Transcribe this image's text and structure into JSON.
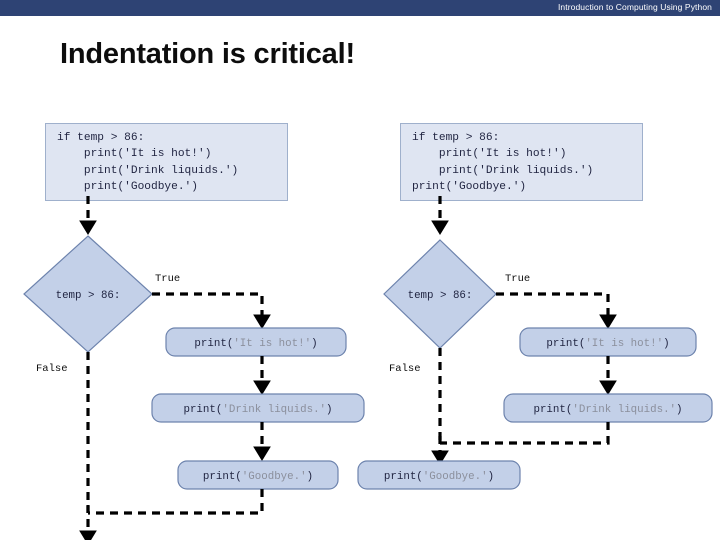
{
  "header": {
    "course_title": "Introduction to Computing Using Python",
    "bar_color": "#2e4374"
  },
  "slide": {
    "title": "Indentation is critical!",
    "shape_fill": "#c3d0e8",
    "shape_stroke": "#6d83ad",
    "code_block_bg": "#dfe5f2",
    "code_block_border": "#9fb0cc"
  },
  "code_blocks": {
    "left": {
      "name": "indented-version",
      "lines": [
        "if temp > 86:",
        "    print('It is hot!')",
        "    print('Drink liquids.')",
        "    print('Goodbye.')"
      ],
      "text": "if temp > 86:\n    print('It is hot!')\n    print('Drink liquids.')\n    print('Goodbye.')"
    },
    "right": {
      "name": "dedented-version",
      "lines": [
        "if temp > 86:",
        "    print('It is hot!')",
        "    print('Drink liquids.')",
        "print('Goodbye.')"
      ],
      "text": "if temp > 86:\n    print('It is hot!')\n    print('Drink liquids.')\nprint('Goodbye.')"
    }
  },
  "flowcharts": {
    "left": {
      "condition": "temp > 86:",
      "true_label": "True",
      "false_label": "False",
      "steps": [
        {
          "call": "print(",
          "string": "'It is hot!'",
          "close": ")"
        },
        {
          "call": "print(",
          "string": "'Drink liquids.'",
          "close": ")"
        },
        {
          "call": "print(",
          "string": "'Goodbye.'",
          "close": ")"
        }
      ]
    },
    "right": {
      "condition": "temp > 86:",
      "true_label": "True",
      "false_label": "False",
      "steps": [
        {
          "call": "print(",
          "string": "'It is hot!'",
          "close": ")"
        },
        {
          "call": "print(",
          "string": "'Drink liquids.'",
          "close": ")"
        },
        {
          "call": "print(",
          "string": "'Goodbye.'",
          "close": ")"
        }
      ]
    }
  }
}
